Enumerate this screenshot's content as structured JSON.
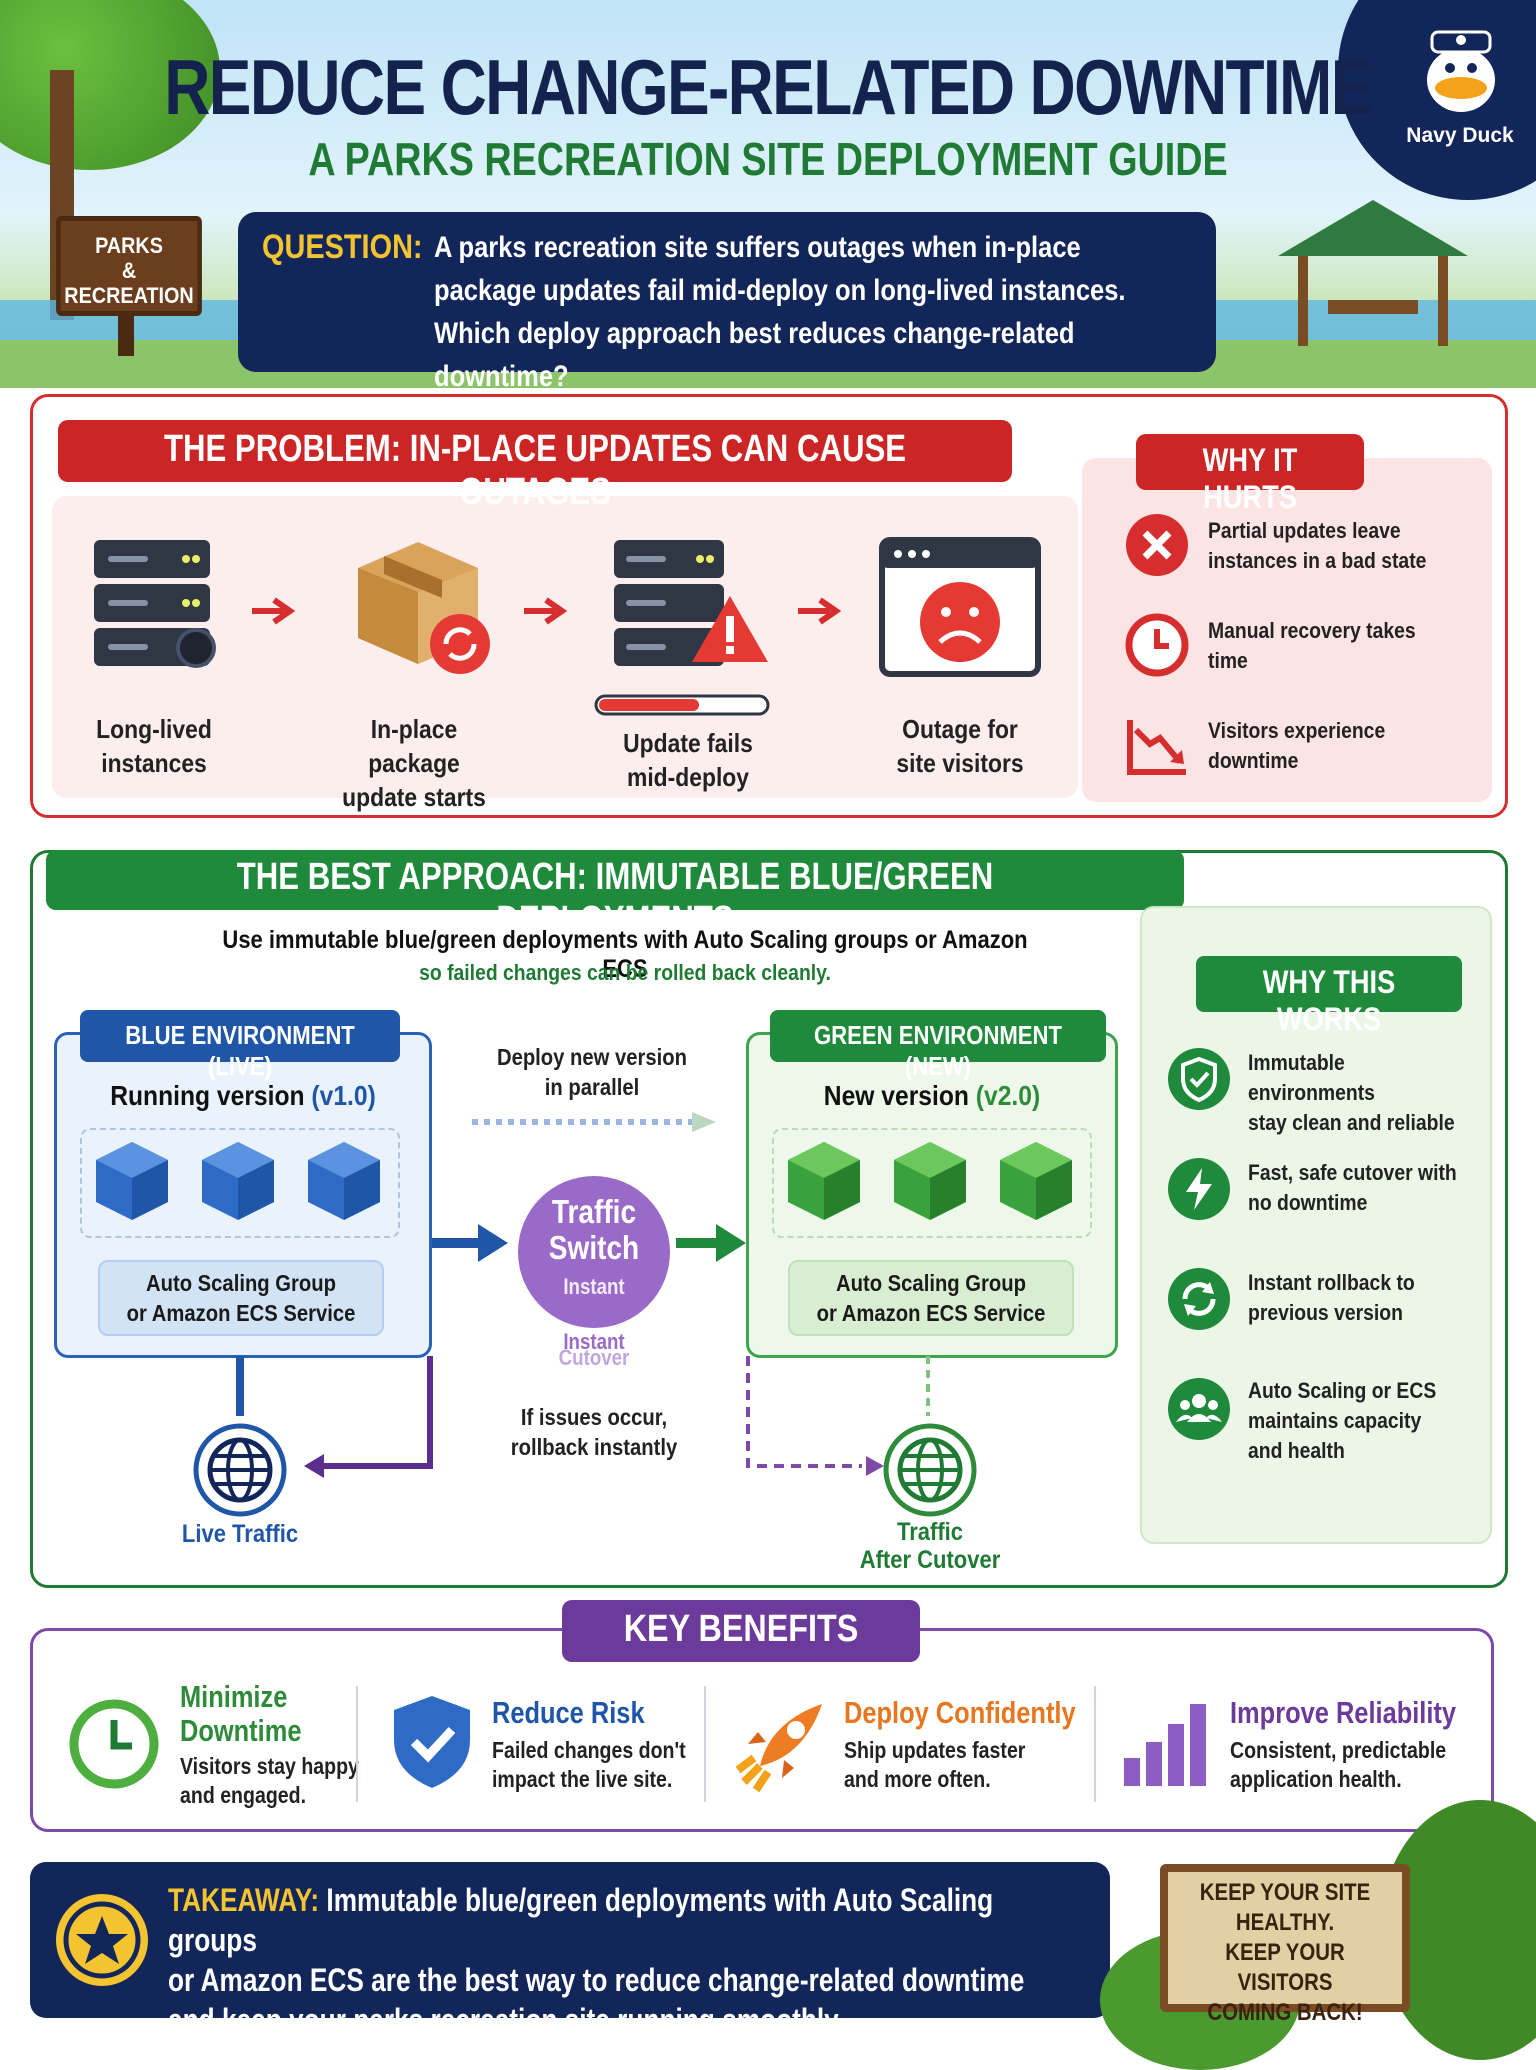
{
  "header": {
    "title": "REDUCE CHANGE-RELATED DOWNTIME",
    "subtitle": "A PARKS RECREATION SITE DEPLOYMENT GUIDE",
    "sign_line1": "PARKS",
    "sign_line2": "&",
    "sign_line3": "RECREATION",
    "brand": "Navy Duck",
    "question_label": "QUESTION:",
    "question_line1": "A parks recreation site suffers outages when in-place",
    "question_line2": "package updates fail mid-deploy on long-lived instances.",
    "question_line3": "Which deploy approach best reduces change-related downtime?"
  },
  "problem": {
    "title": "THE PROBLEM: IN-PLACE UPDATES CAN CAUSE OUTAGES",
    "steps": [
      {
        "line1": "Long-lived",
        "line2": "instances",
        "icon": "server-icon"
      },
      {
        "line1": "In-place package",
        "line2": "update starts",
        "icon": "package-update-icon"
      },
      {
        "line1": "Update fails",
        "line2": "mid-deploy",
        "icon": "server-warning-icon"
      },
      {
        "line1": "Outage for",
        "line2": "site visitors",
        "icon": "sad-browser-icon"
      }
    ],
    "why_hurts_title": "WHY IT HURTS",
    "why_hurts": [
      {
        "line1": "Partial updates leave",
        "line2": "instances in a bad state",
        "icon": "x-circle-icon"
      },
      {
        "line1": "Manual recovery takes",
        "line2": "time",
        "icon": "clock-icon"
      },
      {
        "line1": "Visitors experience",
        "line2": "downtime",
        "icon": "decline-chart-icon"
      }
    ]
  },
  "approach": {
    "title": "THE BEST APPROACH: IMMUTABLE BLUE/GREEN DEPLOYMENTS",
    "intro_line1": "Use immutable blue/green deployments with Auto Scaling groups or Amazon ECS",
    "intro_line2": "so failed changes can be rolled back cleanly.",
    "blue_label": "BLUE ENVIRONMENT (LIVE)",
    "blue_version_prefix": "Running version ",
    "blue_version": "(v1.0)",
    "blue_asg_line1": "Auto Scaling Group",
    "blue_asg_line2": "or Amazon ECS Service",
    "green_label": "GREEN ENVIRONMENT (NEW)",
    "green_version_prefix": "New version ",
    "green_version": "(v2.0)",
    "green_asg_line1": "Auto Scaling Group",
    "green_asg_line2": "or Amazon ECS Service",
    "deploy_line1": "Deploy new version",
    "deploy_line2": "in parallel",
    "switch_line1": "Traffic",
    "switch_line2": "Switch",
    "switch_sub": "Instant",
    "cutover_line1": "Instant",
    "cutover_line2": "Cutover",
    "rollback_line1": "If issues occur,",
    "rollback_line2": "rollback instantly",
    "live_traffic": "Live Traffic",
    "after_line1": "Traffic",
    "after_line2": "After Cutover",
    "why_works_title": "WHY THIS WORKS",
    "why_works": [
      {
        "line1": "Immutable environments",
        "line2": "stay clean and reliable",
        "line3": "",
        "icon": "shield-check-icon"
      },
      {
        "line1": "Fast, safe cutover with",
        "line2": "no downtime",
        "line3": "",
        "icon": "lightning-icon"
      },
      {
        "line1": "Instant rollback to",
        "line2": "previous version",
        "line3": "",
        "icon": "refresh-icon"
      },
      {
        "line1": "Auto Scaling or ECS",
        "line2": "maintains capacity",
        "line3": "and health",
        "icon": "users-icon"
      }
    ]
  },
  "benefits": {
    "title": "KEY BENEFITS",
    "items": [
      {
        "title1": "Minimize",
        "title2": "Downtime",
        "text1": "Visitors stay happy",
        "text2": "and engaged.",
        "color": "#2e8b3a",
        "icon": "clock-icon"
      },
      {
        "title1": "Reduce Risk",
        "title2": "",
        "text1": "Failed changes don't",
        "text2": "impact the live site.",
        "color": "#1f56a8",
        "icon": "shield-check-icon"
      },
      {
        "title1": "Deploy Confidently",
        "title2": "",
        "text1": "Ship updates faster",
        "text2": "and more often.",
        "color": "#e8761e",
        "icon": "rocket-icon"
      },
      {
        "title1": "Improve Reliability",
        "title2": "",
        "text1": "Consistent, predictable",
        "text2": "application health.",
        "color": "#6b3a9a",
        "icon": "bar-chart-icon"
      }
    ]
  },
  "takeaway": {
    "label": "TAKEAWAY:",
    "line1": " Immutable blue/green deployments with Auto Scaling groups",
    "line2": "or Amazon ECS are the best way to reduce change-related downtime",
    "line3": "and keep your parks recreation site running smoothly.",
    "sign_line1": "KEEP YOUR SITE",
    "sign_line2": "HEALTHY.",
    "sign_line3": "KEEP YOUR VISITORS",
    "sign_line4": "COMING BACK!"
  },
  "colors": {
    "navy": "#13265a",
    "red": "#cc2525",
    "green": "#1f8a3c",
    "blue": "#1f56a8",
    "purple": "#6b3a9a",
    "gold": "#f4c430"
  }
}
